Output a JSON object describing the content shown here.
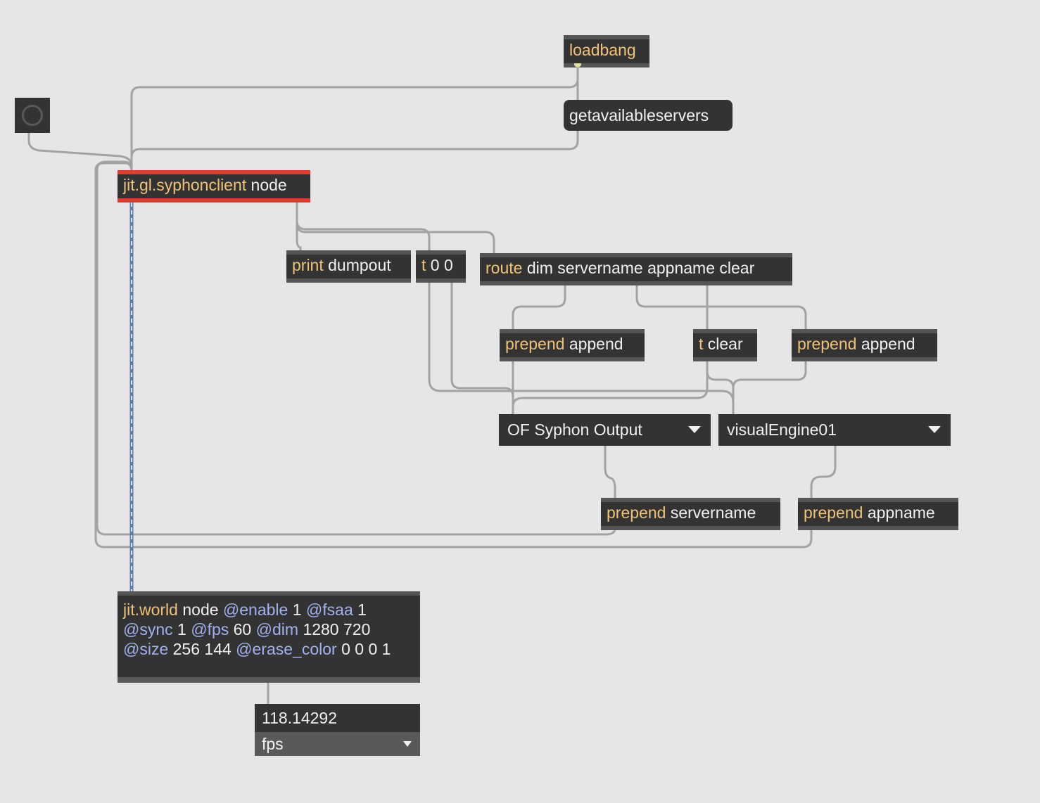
{
  "objects": {
    "loadbang": {
      "kw": "loadbang",
      "args": ""
    },
    "getavailableservers": {
      "label": "getavailableservers"
    },
    "syphonclient": {
      "kw": "jit.gl.syphonclient",
      "args": "node"
    },
    "print": {
      "kw": "print",
      "args": "dumpout"
    },
    "trigger00": {
      "kw": "t",
      "args": "0 0"
    },
    "route": {
      "kw": "route",
      "args": "dim servername appname clear"
    },
    "prepend_append_1": {
      "kw": "prepend",
      "args": "append"
    },
    "tclear": {
      "kw": "t",
      "args": "clear"
    },
    "prepend_append_2": {
      "kw": "prepend",
      "args": "append"
    },
    "server_menu": {
      "label": "OF Syphon Output"
    },
    "app_menu": {
      "label": "visualEngine01"
    },
    "prepend_servername": {
      "kw": "prepend",
      "args": "servername"
    },
    "prepend_appname": {
      "kw": "prepend",
      "args": "appname"
    },
    "jitworld": {
      "kw": "jit.world",
      "arg0": "node",
      "enable_attr": "@enable",
      "enable_val": "1",
      "fsaa_attr": "@fsaa",
      "fsaa_val": "1",
      "sync_attr": "@sync",
      "sync_val": "1",
      "fps_attr": "@fps",
      "fps_val": "60",
      "dim_attr": "@dim",
      "dim_val": "1280 720",
      "size_attr": "@size",
      "size_val": "256 144",
      "erase_attr": "@erase_color",
      "erase_val": "0 0 0",
      "erase_val2": "1"
    },
    "fps_number": {
      "value": "118.14292",
      "unit": "fps"
    }
  },
  "colors": {
    "background": "#e6e6e6",
    "object": "#333333",
    "keyword": "#f0c275",
    "attribute": "#9fb2ee",
    "selection": "#e8382a",
    "patchcord": "#a3a3a3",
    "signal_cord": "#8bb7f0"
  }
}
